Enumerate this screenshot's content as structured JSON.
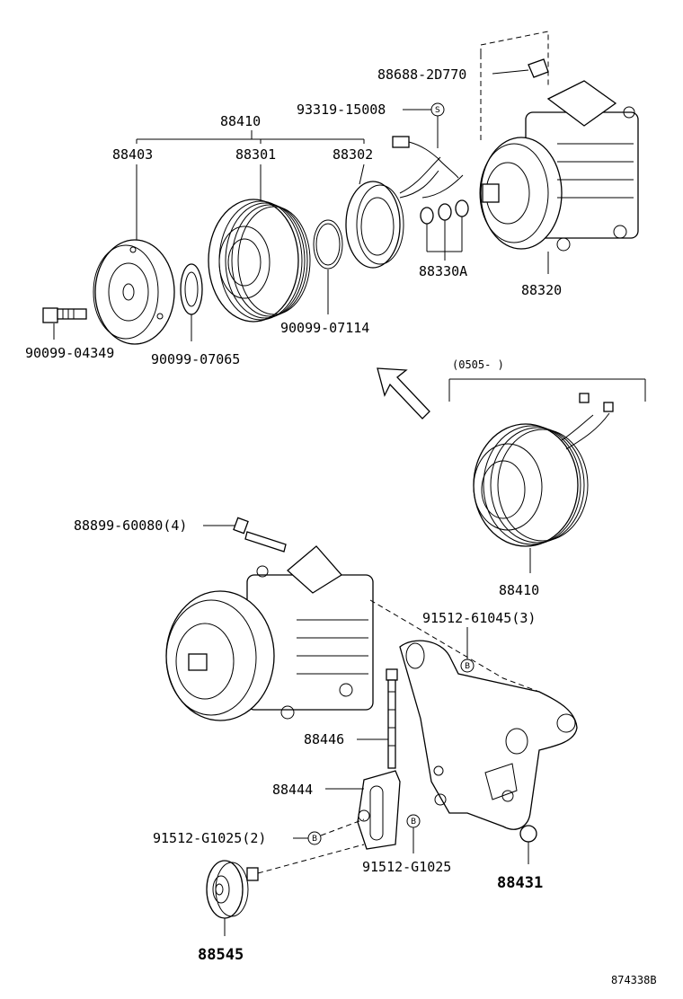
{
  "parts": {
    "p88688": "88688-2D770",
    "p93319": "93319-15008",
    "p88410_top": "88410",
    "p88403": "88403",
    "p88301": "88301",
    "p88302": "88302",
    "p88330A": "88330A",
    "p88320": "88320",
    "p90099_04349": "90099-04349",
    "p90099_07065": "90099-07065",
    "p90099_07114": "90099-07114",
    "p88410_alt": "88410",
    "p88899": "88899-60080(4)",
    "p91512_61045": "91512-61045(3)",
    "p88446": "88446",
    "p88444": "88444",
    "p91512_G1025_2": "91512-G1025(2)",
    "p91512_G1025": "91512-G1025",
    "p88431": "88431",
    "p88545": "88545"
  },
  "markers": {
    "s": "S",
    "b": "B"
  },
  "date_range": "(0505-      )",
  "diagram_id": "874338B",
  "icons": [
    "compressor-icon",
    "clutch-pulley-icon",
    "bracket-icon",
    "idler-pulley-icon",
    "direction-arrow-icon"
  ]
}
